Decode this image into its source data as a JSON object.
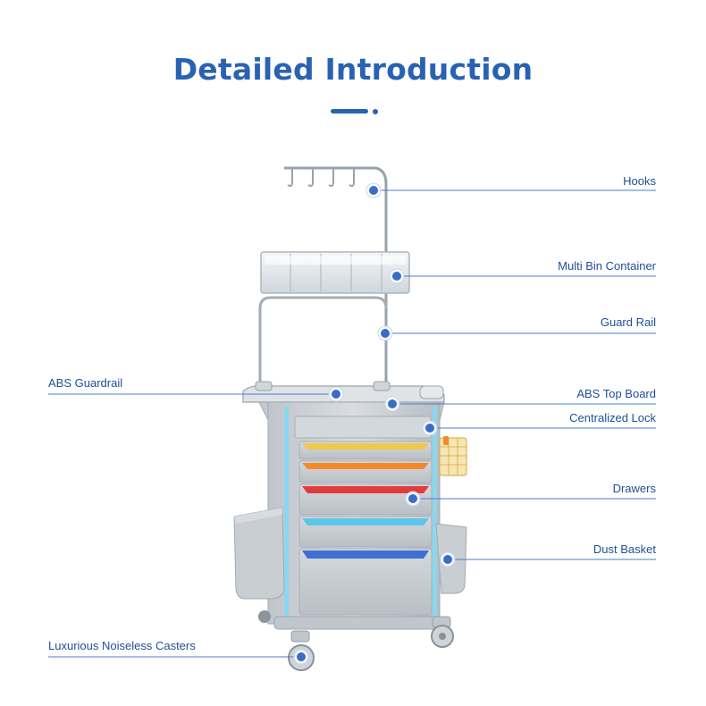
{
  "header": {
    "title": "Detailed Introduction"
  },
  "colors": {
    "accent": "#2a62b3",
    "leader_line": "#4a7cc9",
    "cart_body": "#c9ced3",
    "drawer_yellow": "#f2c84b",
    "drawer_orange": "#f28a2a",
    "drawer_red": "#e23b3b",
    "drawer_cyan": "#5cc6e8",
    "drawer_blue": "#3f6fd1"
  },
  "callouts": [
    {
      "id": "hooks",
      "label": "Hooks",
      "side": "right"
    },
    {
      "id": "multi-bin-container",
      "label": "Multi Bin Container",
      "side": "right"
    },
    {
      "id": "guard-rail",
      "label": "Guard Rail",
      "side": "right"
    },
    {
      "id": "abs-guardrail",
      "label": "ABS Guardrail",
      "side": "left"
    },
    {
      "id": "abs-top-board",
      "label": "ABS Top Board",
      "side": "right"
    },
    {
      "id": "centralized-lock",
      "label": "Centralized Lock",
      "side": "right"
    },
    {
      "id": "drawers",
      "label": "Drawers",
      "side": "right"
    },
    {
      "id": "dust-basket",
      "label": "Dust Basket",
      "side": "right"
    },
    {
      "id": "luxurious-noiseless-casters",
      "label": "Luxurious Noiseless Casters",
      "side": "left"
    }
  ]
}
